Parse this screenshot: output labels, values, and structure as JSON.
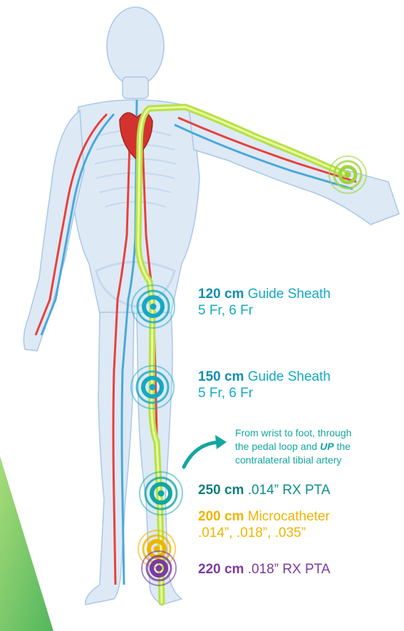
{
  "colors": {
    "teal": "#14a9c4",
    "dark_teal": "#0f8fb0",
    "sea_green": "#0d8f8a",
    "gold": "#f0b400",
    "purple": "#7b3aa0",
    "catheter_line": "#b7e04a",
    "vein_blue": "#4aa8d8",
    "artery_red": "#e8403a"
  },
  "labels": {
    "sheath120": {
      "size": "120 cm",
      "name": "Guide Sheath",
      "options": "5 Fr, 6 Fr"
    },
    "sheath150": {
      "size": "150 cm",
      "name": "Guide Sheath",
      "options": "5 Fr, 6 Fr"
    },
    "note": {
      "line1": "From wrist to foot, through",
      "line2_prefix": "the pedal loop and ",
      "line2_emphasis": "UP",
      "line2_suffix": " the",
      "line3": "contralateral tibial artery"
    },
    "pta250": {
      "size": "250 cm",
      "name": ".014” RX PTA"
    },
    "micro200": {
      "size": "200 cm",
      "name": "Microcatheter",
      "options": ".014”, .018”, .035”"
    },
    "pta220": {
      "size": "220 cm",
      "name": ".018” RX PTA"
    }
  },
  "icons": {
    "body": "human-vascular-anatomy",
    "access_wrist": "target-rings-icon",
    "arrow": "curved-arrow-icon"
  }
}
